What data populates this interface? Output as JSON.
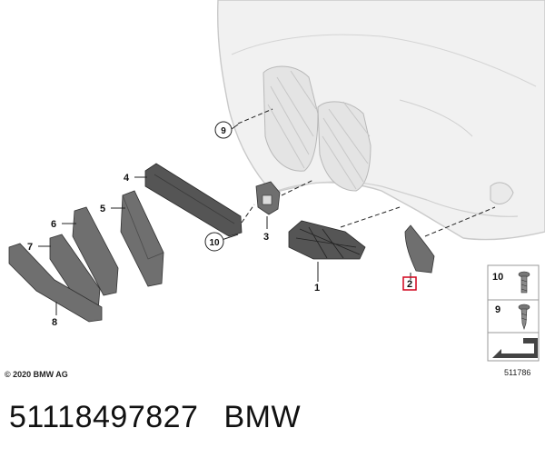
{
  "diagram": {
    "callouts": {
      "c1": "1",
      "c2": "2",
      "c3": "3",
      "c4": "4",
      "c5": "5",
      "c6": "6",
      "c7": "7",
      "c8": "8",
      "c9": "9",
      "c10": "10"
    },
    "legend": {
      "item_a": "10",
      "item_b": "9"
    },
    "diagram_number": "511786",
    "copyright": "© 2020 BMW AG",
    "highlight_color": "#d0021b"
  },
  "footer": {
    "part_number": "51118497827",
    "brand": "BMW"
  }
}
